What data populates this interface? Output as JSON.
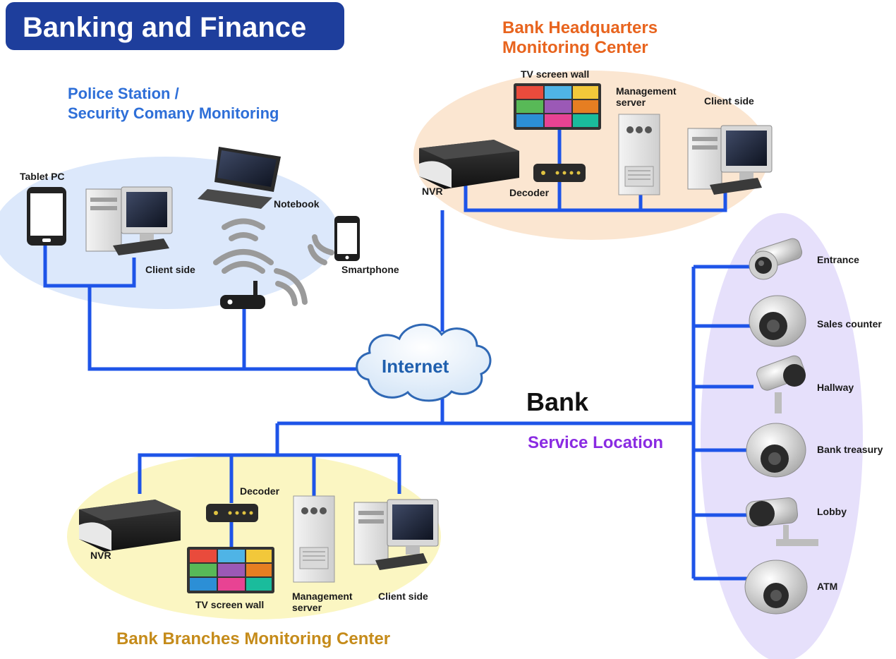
{
  "title": "Banking and Finance",
  "sections": {
    "police": [
      "Police Station /",
      "Security Comany Monitoring"
    ],
    "headquarters": [
      "Bank Headquarters",
      "Monitoring Center"
    ],
    "branches": "Bank Branches Monitoring Center",
    "bank": "Bank",
    "service": "Service Location",
    "internet": "Internet"
  },
  "police_devices": {
    "tablet": "Tablet PC",
    "client": "Client side",
    "notebook": "Notebook",
    "smartphone": "Smartphone"
  },
  "hq_devices": {
    "tv_wall": "TV screen wall",
    "mgmt": [
      "Management",
      "server"
    ],
    "client": "Client side",
    "nvr": "NVR",
    "decoder": "Decoder"
  },
  "branch_devices": {
    "decoder": "Decoder",
    "nvr": "NVR",
    "tv_wall": "TV screen wall",
    "mgmt": [
      "Management",
      "server"
    ],
    "client": "Client side"
  },
  "cameras": [
    "Entrance",
    "Sales counter",
    "Hallway",
    "Bank treasury",
    "Lobby",
    "ATM"
  ],
  "colors": {
    "wire": "#1e54e8",
    "title_bg": "#1e3e9c",
    "police_zone": "#dce8fb",
    "hq_zone": "#fbe6d1",
    "branch_zone": "#fbf6c2",
    "service_zone": "#e6e0fb"
  }
}
